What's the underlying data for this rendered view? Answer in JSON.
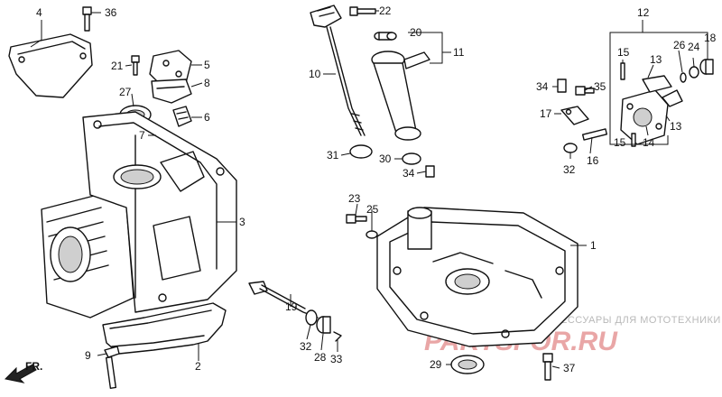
{
  "callouts": {
    "c1": "1",
    "c2": "2",
    "c3": "3",
    "c4": "4",
    "c5": "5",
    "c6": "6",
    "c7": "7",
    "c8": "8",
    "c9": "9",
    "c10": "10",
    "c11": "11",
    "c12": "12",
    "c13a": "13",
    "c13b": "13",
    "c14": "14",
    "c15a": "15",
    "c15b": "15",
    "c16": "16",
    "c17": "17",
    "c18": "18",
    "c19": "19",
    "c20": "20",
    "c21": "21",
    "c22": "22",
    "c23": "23",
    "c24": "24",
    "c25": "25",
    "c26": "26",
    "c27": "27",
    "c28": "28",
    "c29": "29",
    "c30": "30",
    "c31": "31",
    "c32a": "32",
    "c32b": "32",
    "c33": "33",
    "c34a": "34",
    "c34b": "34",
    "c35": "35",
    "c36": "36",
    "c37": "37"
  },
  "direction_label": "FR.",
  "watermark": {
    "text": "ЗАПЧАСТИ И АКСЕССУАРЫ ДЛЯ МОТОТЕХНИКИ",
    "logo": "PARTSFOR.RU"
  }
}
